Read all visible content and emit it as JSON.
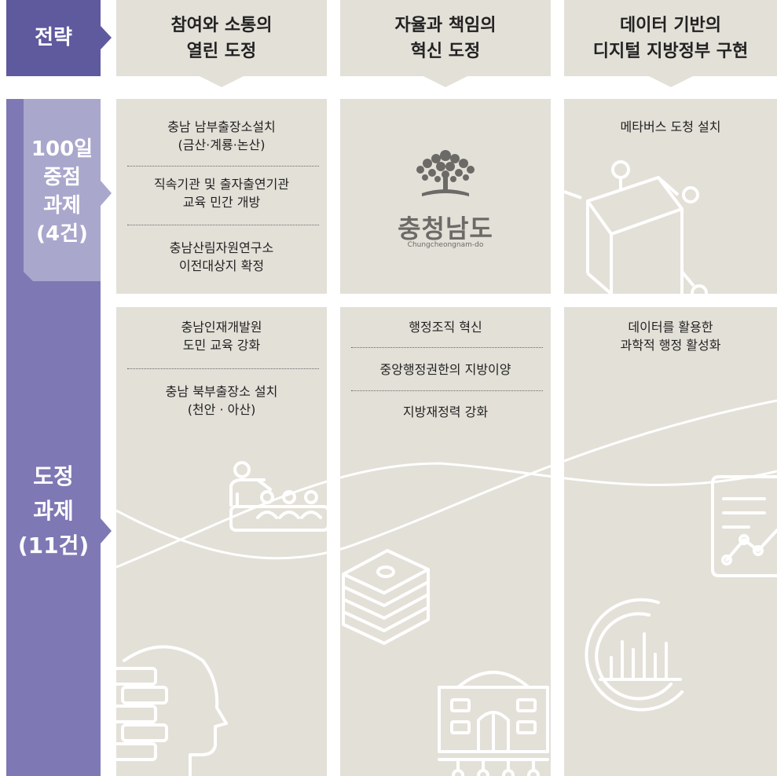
{
  "row_labels": {
    "strategy": "전략",
    "core_tasks": [
      "100일",
      "중점",
      "과제",
      "(4건)"
    ],
    "gov_tasks": [
      "도정",
      "과제",
      "(11건)"
    ]
  },
  "strategies": [
    [
      "참여와 소통의",
      "열린 도정"
    ],
    [
      "자율과 책임의",
      "혁신 도정"
    ],
    [
      "데이터 기반의",
      "디지털 지방정부 구현"
    ]
  ],
  "core_tasks": {
    "col1": [
      [
        "충남 남부출장소설치",
        "(금산·계룡·논산)"
      ],
      [
        "직속기관 및 출자출연기관",
        "교육 민간 개방"
      ],
      [
        "충남산림자원연구소",
        "이전대상지 확정"
      ]
    ],
    "col3": [
      "메타버스 도청 설치"
    ]
  },
  "logo": {
    "text": "충청남도",
    "roman": "Chungcheongnam-do"
  },
  "gov_tasks": {
    "col1": [
      [
        "충남인재개발원",
        "도민 교육 강화"
      ],
      [
        "충남 북부출장소 설치",
        "(천안 · 아산)"
      ]
    ],
    "col2": [
      "행정조직 혁신",
      "중앙행정권한의 지방이양",
      "지방재정력 강화"
    ],
    "col3": [
      [
        "데이터를 활용한",
        "과학적 행정 활성화"
      ]
    ]
  },
  "colors": {
    "strategy_label": "#5f5a9e",
    "core_label": "#a9a7cc",
    "gov_label": "#7e79b4",
    "panel": "#e3e0d8",
    "line": "#ffffff"
  },
  "icons": [
    "metaverse-cube-icon",
    "lecture-icon",
    "money-stack-icon",
    "building-icon",
    "head-books-icon",
    "report-chart-icon",
    "bar-chart-circle-icon",
    "tree-logo-icon"
  ]
}
